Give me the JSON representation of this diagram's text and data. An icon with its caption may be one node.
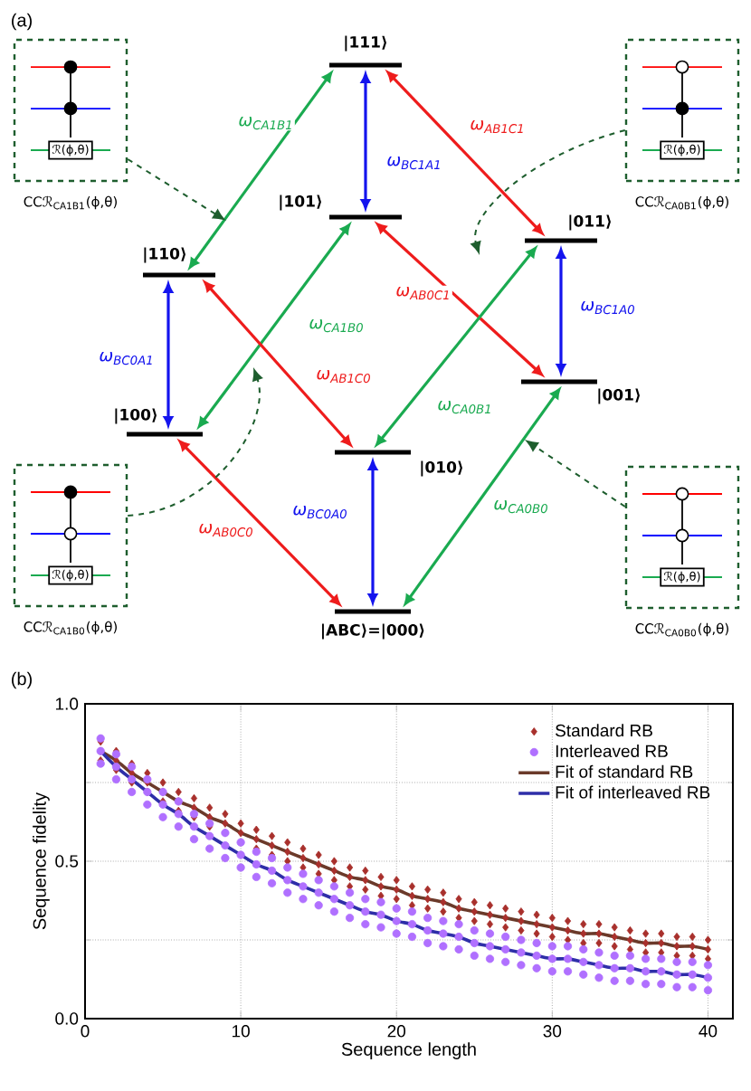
{
  "diagram": {
    "nodes": [
      {
        "text": [],
        "shape": "box",
        "beside": [
          "CCℛ$_{CA1B1}$(ϕ,θ)"
        ]
      },
      {
        "text": [
          "ℛ(ϕ,θ)"
        ],
        "in": 0
      },
      {
        "text": [
          "|111⟩"
        ]
      },
      {
        "text": [],
        "shape": "box",
        "beside": [
          "CCℛ$_{CA0B1}$(ϕ,θ)"
        ]
      },
      {
        "text": [
          "ℛ(ϕ,θ)"
        ],
        "in": 3
      },
      {
        "text": [
          "|101⟩"
        ]
      },
      {
        "text": [
          "|110⟩"
        ]
      },
      {
        "text": [
          "|011⟩"
        ]
      },
      {
        "text": [
          "|001⟩"
        ]
      },
      {
        "text": [
          "|100⟩"
        ]
      },
      {
        "text": [
          "|010⟩"
        ]
      },
      {
        "text": [],
        "shape": "box",
        "beside": [
          "CCℛ$_{CA1B0}$(ϕ,θ)"
        ]
      },
      {
        "text": [
          "ℛ(ϕ,θ)"
        ],
        "in": 11
      },
      {
        "text": [],
        "shape": "box",
        "beside": [
          "CCℛ$_{CA0B0}$(ϕ,θ)"
        ]
      },
      {
        "text": [
          "ℛ(ϕ,θ)"
        ],
        "in": 13
      },
      {
        "text": [
          "|ABC⟩=|000⟩"
        ]
      }
    ],
    "edges": [
      {
        "from": 2,
        "to": 6,
        "arrow": "both",
        "label": "ω$_{CA1B1}$",
        "color": "#1aaa50"
      },
      {
        "from": 2,
        "to": 5,
        "arrow": "both",
        "label": "ω$_{BC1A1}$",
        "color": "#1414ee"
      },
      {
        "from": 2,
        "to": 7,
        "arrow": "both",
        "label": "ω$_{AB1C1}$",
        "color": "#ee1c1c"
      },
      {
        "from": 5,
        "to": 9,
        "arrow": "both",
        "label": "ω$_{CA1B0}$",
        "color": "#1aaa50"
      },
      {
        "from": 5,
        "to": 8,
        "arrow": "both",
        "label": "ω$_{AB0C1}$",
        "color": "#ee1c1c"
      },
      {
        "from": 6,
        "to": 9,
        "arrow": "both",
        "label": "ω$_{BC0A1}$",
        "color": "#1414ee"
      },
      {
        "from": 6,
        "to": 10,
        "arrow": "both",
        "label": "ω$_{AB1C0}$",
        "color": "#ee1c1c"
      },
      {
        "from": 7,
        "to": 8,
        "arrow": "both",
        "label": "ω$_{BC1A0}$",
        "color": "#1414ee"
      },
      {
        "from": 7,
        "to": 10,
        "arrow": "both",
        "label": "ω$_{CA0B1}$",
        "color": "#1aaa50"
      },
      {
        "from": 9,
        "to": 15,
        "arrow": "both",
        "label": "ω$_{AB0C0}$",
        "color": "#ee1c1c"
      },
      {
        "from": 10,
        "to": 15,
        "arrow": "both",
        "label": "ω$_{BC0A0}$",
        "color": "#1414ee"
      },
      {
        "from": 8,
        "to": 15,
        "arrow": "both",
        "label": "ω$_{CA0B0}$",
        "color": "#1aaa50"
      },
      {
        "from": 0,
        "to": null,
        "arrow": "to",
        "style": "dashed",
        "color": "#1e5e2e"
      },
      {
        "from": 3,
        "to": null,
        "arrow": "to",
        "style": "dashed",
        "color": "#1e5e2e"
      },
      {
        "from": 11,
        "to": null,
        "arrow": "to",
        "style": "dashed",
        "color": "#1e5e2e"
      },
      {
        "from": 13,
        "to": null,
        "arrow": "to",
        "style": "dashed",
        "color": "#1e5e2e"
      }
    ],
    "labels": [
      "(a)",
      "(b)"
    ],
    "chart_data": {
      "type": "scatter",
      "xlabel": "Sequence length",
      "ylabel": "Sequence fidelity",
      "grid": true,
      "legend": "upper right",
      "xlim": [
        0,
        41.6
      ],
      "ylim": [
        0,
        1
      ],
      "xticks": [
        0,
        10,
        20,
        30,
        40
      ],
      "yticks": [
        {
          "value": 0,
          "label": "0.0"
        },
        {
          "value": 0.5,
          "label": "0.5"
        },
        {
          "value": 1,
          "label": "1.0"
        }
      ],
      "x": [
        1,
        2,
        3,
        4,
        5,
        6,
        7,
        8,
        9,
        10,
        11,
        12,
        13,
        14,
        15,
        16,
        17,
        18,
        19,
        20,
        21,
        22,
        23,
        24,
        25,
        26,
        27,
        28,
        29,
        30,
        31,
        32,
        33,
        34,
        35,
        36,
        37,
        38,
        39,
        40
      ],
      "series": [
        {
          "name": "Standard RB",
          "color": "#a8302c",
          "x": [
            1,
            1,
            1,
            2,
            2,
            2,
            3,
            3,
            3,
            4,
            4,
            4,
            5,
            5,
            5,
            6,
            6,
            6,
            7,
            7,
            7,
            8,
            8,
            8,
            9,
            9,
            9,
            10,
            10,
            10,
            11,
            11,
            11,
            12,
            12,
            12,
            13,
            13,
            13,
            14,
            14,
            14,
            15,
            15,
            15,
            16,
            16,
            16,
            17,
            17,
            17,
            18,
            18,
            18,
            19,
            19,
            19,
            20,
            20,
            20,
            21,
            21,
            21,
            22,
            22,
            22,
            23,
            23,
            23,
            24,
            24,
            24,
            25,
            25,
            25,
            26,
            26,
            26,
            27,
            27,
            27,
            28,
            28,
            28,
            29,
            29,
            29,
            30,
            30,
            30,
            31,
            31,
            31,
            32,
            32,
            32,
            33,
            33,
            33,
            34,
            34,
            34,
            35,
            35,
            35,
            36,
            36,
            36,
            37,
            37,
            37,
            38,
            38,
            38,
            39,
            39,
            39,
            40,
            40,
            40
          ],
          "values": [
            0.82,
            0.85,
            0.88,
            0.79,
            0.82,
            0.85,
            0.75,
            0.78,
            0.81,
            0.72,
            0.75,
            0.78,
            0.69,
            0.72,
            0.75,
            0.66,
            0.69,
            0.72,
            0.64,
            0.67,
            0.7,
            0.61,
            0.64,
            0.67,
            0.59,
            0.62,
            0.65,
            0.56,
            0.59,
            0.62,
            0.54,
            0.57,
            0.6,
            0.52,
            0.55,
            0.58,
            0.5,
            0.53,
            0.56,
            0.48,
            0.51,
            0.54,
            0.46,
            0.49,
            0.52,
            0.44,
            0.47,
            0.5,
            0.42,
            0.45,
            0.48,
            0.41,
            0.44,
            0.47,
            0.39,
            0.42,
            0.45,
            0.38,
            0.41,
            0.44,
            0.36,
            0.39,
            0.42,
            0.35,
            0.38,
            0.41,
            0.34,
            0.37,
            0.4,
            0.32,
            0.35,
            0.38,
            0.31,
            0.34,
            0.37,
            0.3,
            0.33,
            0.36,
            0.29,
            0.32,
            0.35,
            0.28,
            0.31,
            0.34,
            0.27,
            0.3,
            0.33,
            0.26,
            0.29,
            0.32,
            0.25,
            0.28,
            0.31,
            0.24,
            0.27,
            0.3,
            0.24,
            0.27,
            0.3,
            0.23,
            0.26,
            0.29,
            0.22,
            0.25,
            0.28,
            0.21,
            0.24,
            0.27,
            0.21,
            0.24,
            0.27,
            0.2,
            0.23,
            0.26,
            0.2,
            0.23,
            0.26,
            0.19,
            0.22,
            0.25
          ]
        },
        {
          "name": "Interleaved RB",
          "color": "#b070ff",
          "x": [
            1,
            1,
            1,
            2,
            2,
            2,
            3,
            3,
            3,
            4,
            4,
            4,
            5,
            5,
            5,
            6,
            6,
            6,
            7,
            7,
            7,
            8,
            8,
            8,
            9,
            9,
            9,
            10,
            10,
            10,
            11,
            11,
            11,
            12,
            12,
            12,
            13,
            13,
            13,
            14,
            14,
            14,
            15,
            15,
            15,
            16,
            16,
            16,
            17,
            17,
            17,
            18,
            18,
            18,
            19,
            19,
            19,
            20,
            20,
            20,
            21,
            21,
            21,
            22,
            22,
            22,
            23,
            23,
            23,
            24,
            24,
            24,
            25,
            25,
            25,
            26,
            26,
            26,
            27,
            27,
            27,
            28,
            28,
            28,
            29,
            29,
            29,
            30,
            30,
            30,
            31,
            31,
            31,
            32,
            32,
            32,
            33,
            33,
            33,
            34,
            34,
            34,
            35,
            35,
            35,
            36,
            36,
            36,
            37,
            37,
            37,
            38,
            38,
            38,
            39,
            39,
            39,
            40,
            40,
            40
          ],
          "values": [
            0.81,
            0.85,
            0.89,
            0.76,
            0.8,
            0.84,
            0.72,
            0.76,
            0.8,
            0.68,
            0.72,
            0.76,
            0.64,
            0.68,
            0.72,
            0.61,
            0.65,
            0.69,
            0.57,
            0.61,
            0.65,
            0.54,
            0.58,
            0.62,
            0.51,
            0.55,
            0.59,
            0.48,
            0.52,
            0.56,
            0.45,
            0.49,
            0.53,
            0.43,
            0.47,
            0.51,
            0.4,
            0.44,
            0.48,
            0.38,
            0.42,
            0.46,
            0.36,
            0.4,
            0.44,
            0.34,
            0.38,
            0.42,
            0.32,
            0.36,
            0.4,
            0.3,
            0.34,
            0.38,
            0.29,
            0.33,
            0.37,
            0.27,
            0.31,
            0.35,
            0.26,
            0.3,
            0.34,
            0.24,
            0.28,
            0.32,
            0.23,
            0.27,
            0.31,
            0.22,
            0.26,
            0.3,
            0.2,
            0.24,
            0.28,
            0.19,
            0.23,
            0.27,
            0.18,
            0.22,
            0.26,
            0.17,
            0.21,
            0.25,
            0.16,
            0.2,
            0.24,
            0.15,
            0.19,
            0.23,
            0.15,
            0.19,
            0.23,
            0.14,
            0.18,
            0.22,
            0.13,
            0.17,
            0.21,
            0.12,
            0.16,
            0.2,
            0.12,
            0.16,
            0.2,
            0.11,
            0.15,
            0.19,
            0.11,
            0.15,
            0.19,
            0.1,
            0.14,
            0.18,
            0.1,
            0.14,
            0.18,
            0.09,
            0.13,
            0.17
          ]
        },
        {
          "name": "Fit of standard RB",
          "type": "line",
          "color": "#6b3a2a",
          "values": [
            0.85,
            0.82,
            0.78,
            0.75,
            0.72,
            0.69,
            0.67,
            0.64,
            0.62,
            0.59,
            0.57,
            0.55,
            0.53,
            0.51,
            0.49,
            0.47,
            0.45,
            0.44,
            0.42,
            0.41,
            0.39,
            0.38,
            0.37,
            0.35,
            0.34,
            0.33,
            0.32,
            0.31,
            0.3,
            0.29,
            0.28,
            0.27,
            0.27,
            0.26,
            0.25,
            0.24,
            0.24,
            0.23,
            0.23,
            0.22
          ]
        },
        {
          "name": "Fit of interleaved RB",
          "type": "line",
          "color": "#2e2ea8",
          "values": [
            0.85,
            0.8,
            0.76,
            0.72,
            0.68,
            0.65,
            0.61,
            0.58,
            0.55,
            0.52,
            0.49,
            0.47,
            0.44,
            0.42,
            0.4,
            0.38,
            0.36,
            0.34,
            0.33,
            0.31,
            0.3,
            0.28,
            0.27,
            0.26,
            0.24,
            0.23,
            0.22,
            0.21,
            0.2,
            0.19,
            0.19,
            0.18,
            0.17,
            0.16,
            0.16,
            0.15,
            0.15,
            0.14,
            0.14,
            0.13
          ]
        }
      ]
    }
  }
}
